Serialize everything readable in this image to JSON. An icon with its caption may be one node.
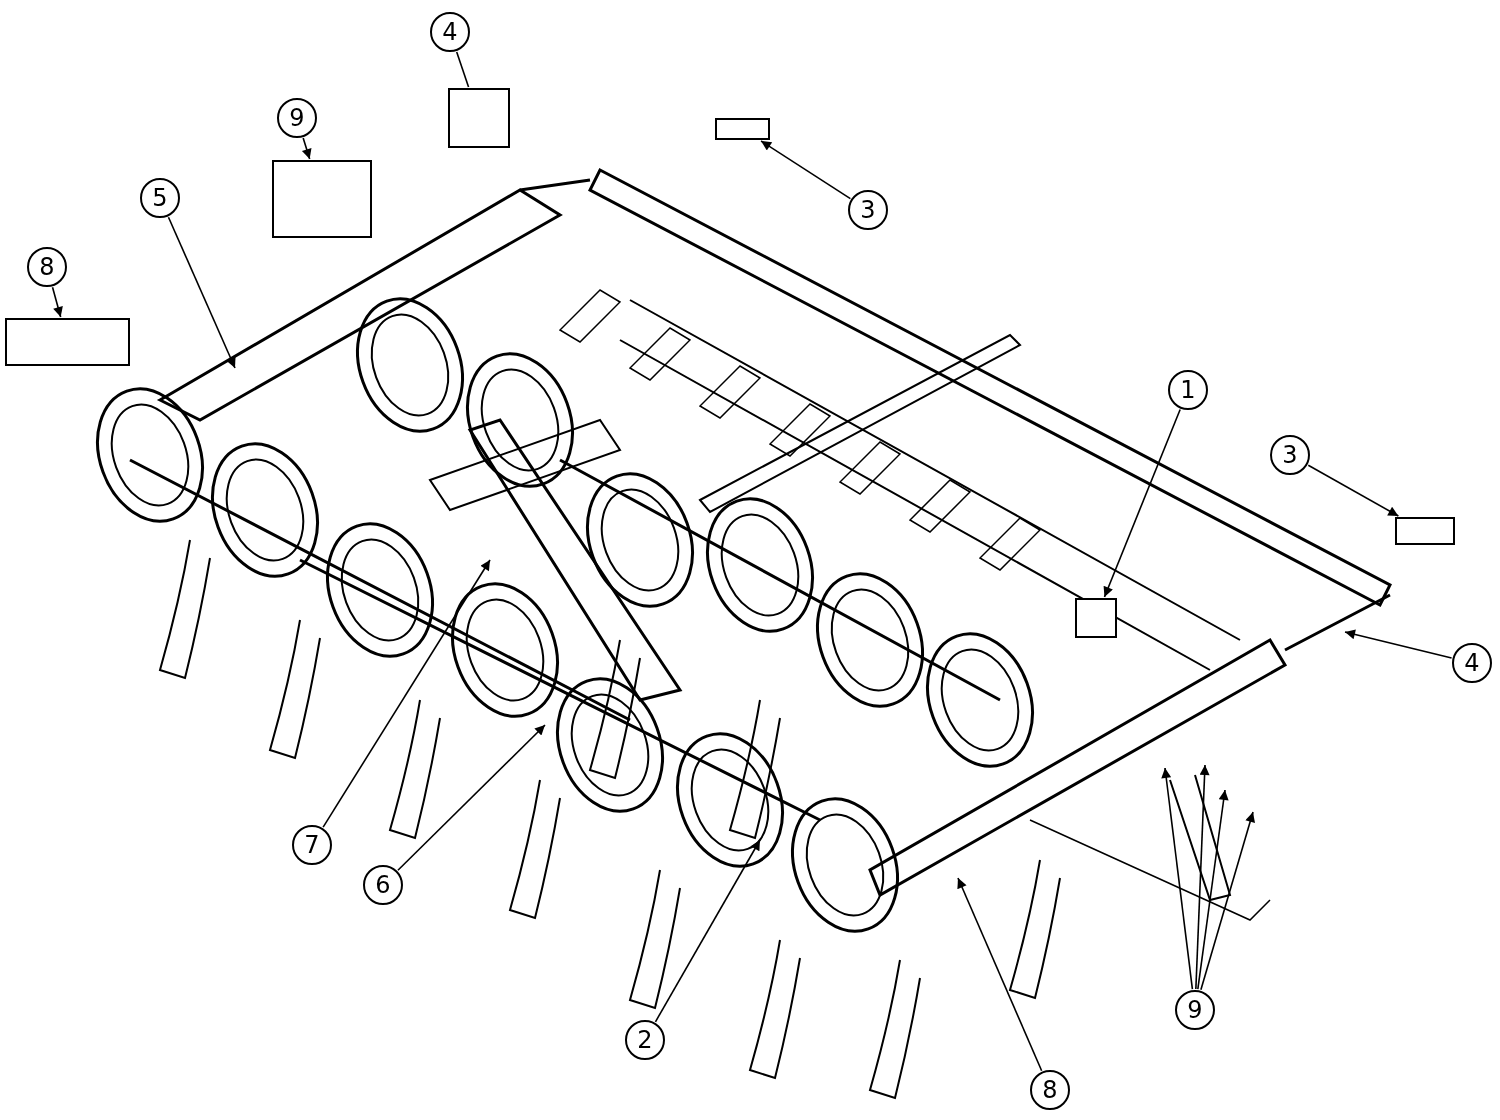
{
  "diagram": {
    "nodes": [
      {
        "text": [
          "4"
        ]
      },
      {
        "text": [],
        "shape": "box"
      },
      {
        "text": [
          "9"
        ]
      },
      {
        "text": [],
        "shape": "box"
      },
      {
        "text": [
          "5"
        ]
      },
      {
        "text": [
          "3"
        ]
      },
      {
        "text": [],
        "shape": "box"
      },
      {
        "text": [
          "8"
        ]
      },
      {
        "text": [],
        "shape": "box"
      },
      {
        "text": [
          "1"
        ]
      },
      {
        "text": [],
        "shape": "box"
      },
      {
        "text": [
          "3"
        ]
      },
      {
        "text": [],
        "shape": "box"
      },
      {
        "text": [
          "4"
        ]
      },
      {
        "text": [
          "7"
        ]
      },
      {
        "text": [
          "6"
        ]
      },
      {
        "text": [
          "9"
        ]
      },
      {
        "text": [
          "2"
        ]
      },
      {
        "text": [
          "8"
        ]
      }
    ],
    "edges": [
      {
        "from": 0,
        "to": 1,
        "arrow": "none"
      },
      {
        "from": 2,
        "to": 3,
        "arrow": "to"
      },
      {
        "from": 4,
        "to": null,
        "arrow": "to"
      },
      {
        "from": 5,
        "to": 6,
        "arrow": "to"
      },
      {
        "from": 7,
        "to": 8,
        "arrow": "to"
      },
      {
        "from": 9,
        "to": 10,
        "arrow": "to"
      },
      {
        "from": 11,
        "to": 12,
        "arrow": "to"
      },
      {
        "from": 13,
        "to": null,
        "arrow": "to"
      },
      {
        "from": 14,
        "to": null,
        "arrow": "to"
      },
      {
        "from": 15,
        "to": null,
        "arrow": "to"
      },
      {
        "from": 16,
        "to": null,
        "arrow": "to"
      },
      {
        "from": 16,
        "to": null,
        "arrow": "to"
      },
      {
        "from": 16,
        "to": null,
        "arrow": "to"
      },
      {
        "from": 16,
        "to": null,
        "arrow": "to"
      },
      {
        "from": 17,
        "to": null,
        "arrow": "to"
      },
      {
        "from": 18,
        "to": null,
        "arrow": "to"
      }
    ]
  }
}
